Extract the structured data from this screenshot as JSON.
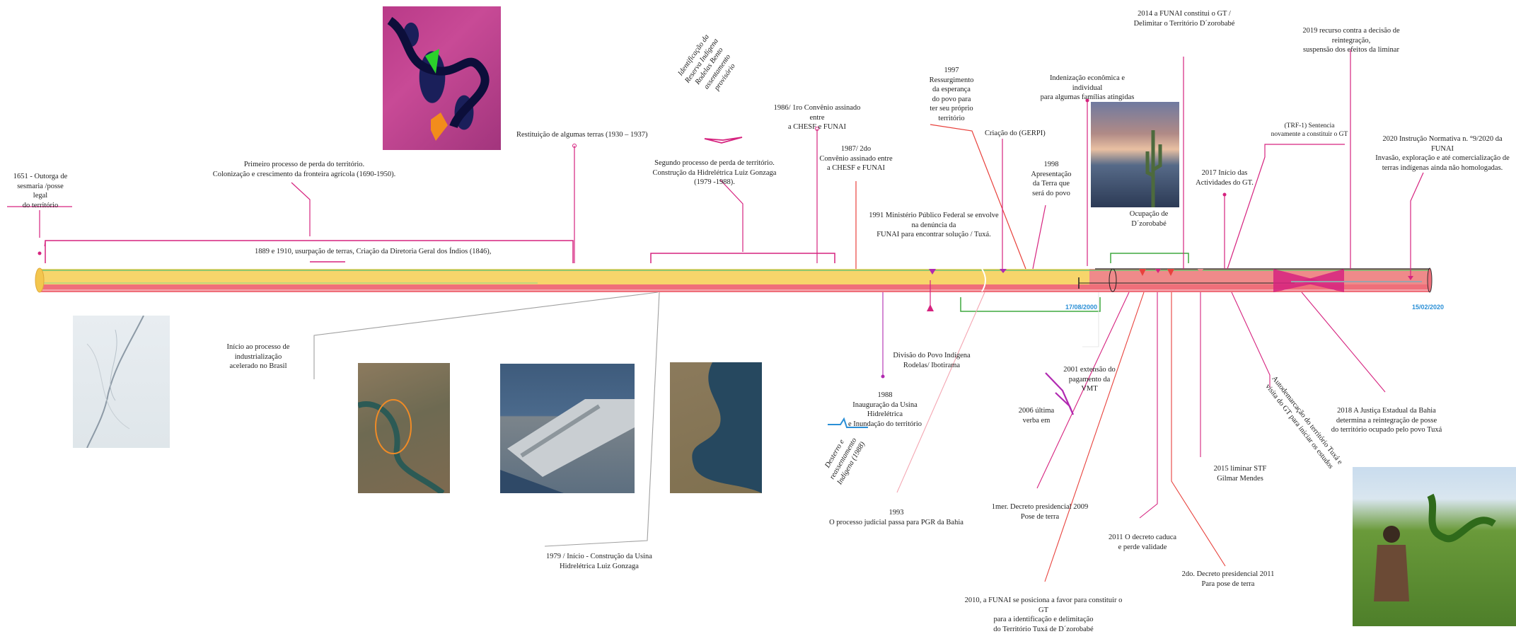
{
  "timeline": {
    "dates": {
      "left": "17/08/2000",
      "right": "15/02/2020"
    },
    "colors": {
      "band_top": "#f7d56b",
      "band_bottom": "#ef6f7a",
      "axis_green": "#6fc36f",
      "accent_magenta": "#d6237f",
      "accent_red": "#e8413c",
      "accent_blue": "#2a8fd6"
    }
  },
  "events": {
    "e1651": "1651 - Outorga de\nsesmaria /posse legal\ndo território",
    "perda1": "Primeiro processo de perda do território.\nColonização e crescimento da fronteira agrícola (1690-1950).",
    "e1889": "1889 e 1910, usurpação de terras, Criação da Diretoria Geral dos Índios (1846),",
    "restituicao": "Restituição de algumas terras (1930 – 1937)",
    "identificacao": "Identificação da\nReserva Indígena\nRodelas Bento\nassentamento\nprovisório",
    "perda2": "Segundo processo de perda de território.\nConstrução da Hidrelétrica Luiz Gonzaga\n(1979 -1988).",
    "e1986": "1986/ 1ro Convênio assinado entre\na CHESF e FUNAI",
    "e1987": "1987/ 2do\nConvênio assinado entre\na CHESF e FUNAI",
    "e1997": "1997\nRessurgimento\nda esperança\ndo povo para\nter seu próprio\nterritório",
    "gerpi": "Criação do  (GERPI)",
    "e1991": "1991 Ministério Público Federal se envolve\nna denúncia da\nFUNAI para encontrar solução / Tuxá.",
    "e1998": "1998\nApresentação\nda Terra que\nserá do povo",
    "indenizacao": "Indenização econômica e individual\npara algumas famílias atingidas",
    "ocupacao": "Ocupação de\nD´zorobabé",
    "e2014": "2014 a FUNAI constitui o GT /\nDelimitar o Território D´zorobabé",
    "e2017": "2017 Início das\nActividades do GT.",
    "trf": "(TRF-1) Sentencia\nnovamente a constituir o GT",
    "e2019": "2019 recurso contra a decisão de reintegração,\nsuspensão dos efeitos da liminar",
    "e2020": "2020 Instrução Normativa n. °9/2020 da FUNAI\nInvasão, exploração e até comercialização de\nterras indígenas ainda não homologadas.",
    "industrializacao": "Início ao processo de industrialização\nacelerado no Brasil",
    "e1979": "1979 / Início - Construção da Usina\nHidrelétrica Luiz Gonzaga",
    "divisao": "Divisão do Povo Indígena\nRodelas/ Ibotirama",
    "e1988": "1988\nInauguração da Usina Hidrelétrica\ne Inundação do território",
    "desterro": "Desterro e\nreassentamento\nIndígena (1988)",
    "e1993": "1993\nO processo judicial passa para PGR da Bahia",
    "e2001": "2001 extensão do\npagamento da VMT",
    "e2006": "2006 última\nverba em",
    "decreto2009": "1mer. Decreto presidencial 2009\nPose de terra",
    "e2010": "2010, a FUNAI se posiciona a favor para constituir o GT\npara a identificação e delimitação\ndo Território Tuxá de D´zorobabé",
    "caduca2011": "2011 O decreto caduca\ne perde validade",
    "decreto2011": "2do. Decreto presidencial 2011\nPara pose de terra",
    "e2015": "2015 liminar STF\nGilmar Mendes",
    "autodemarcacao": "Autodemarcação do território Tuxá e\nvisita do GT para iniciar os estudos",
    "e2018": "2018 A Justiça Estadual da Bahia\ndetermina a reintegração de posse\ndo território ocupado pelo povo Tuxá"
  },
  "images": {
    "satellite": "satellite-map-image",
    "historic_map": "historic-map-image",
    "river_aerial": "river-aerial-image",
    "dam": "dam-photo-image",
    "reservoir": "reservoir-aerial-image",
    "landscape": "landscape-cactus-image",
    "person": "person-field-image"
  }
}
